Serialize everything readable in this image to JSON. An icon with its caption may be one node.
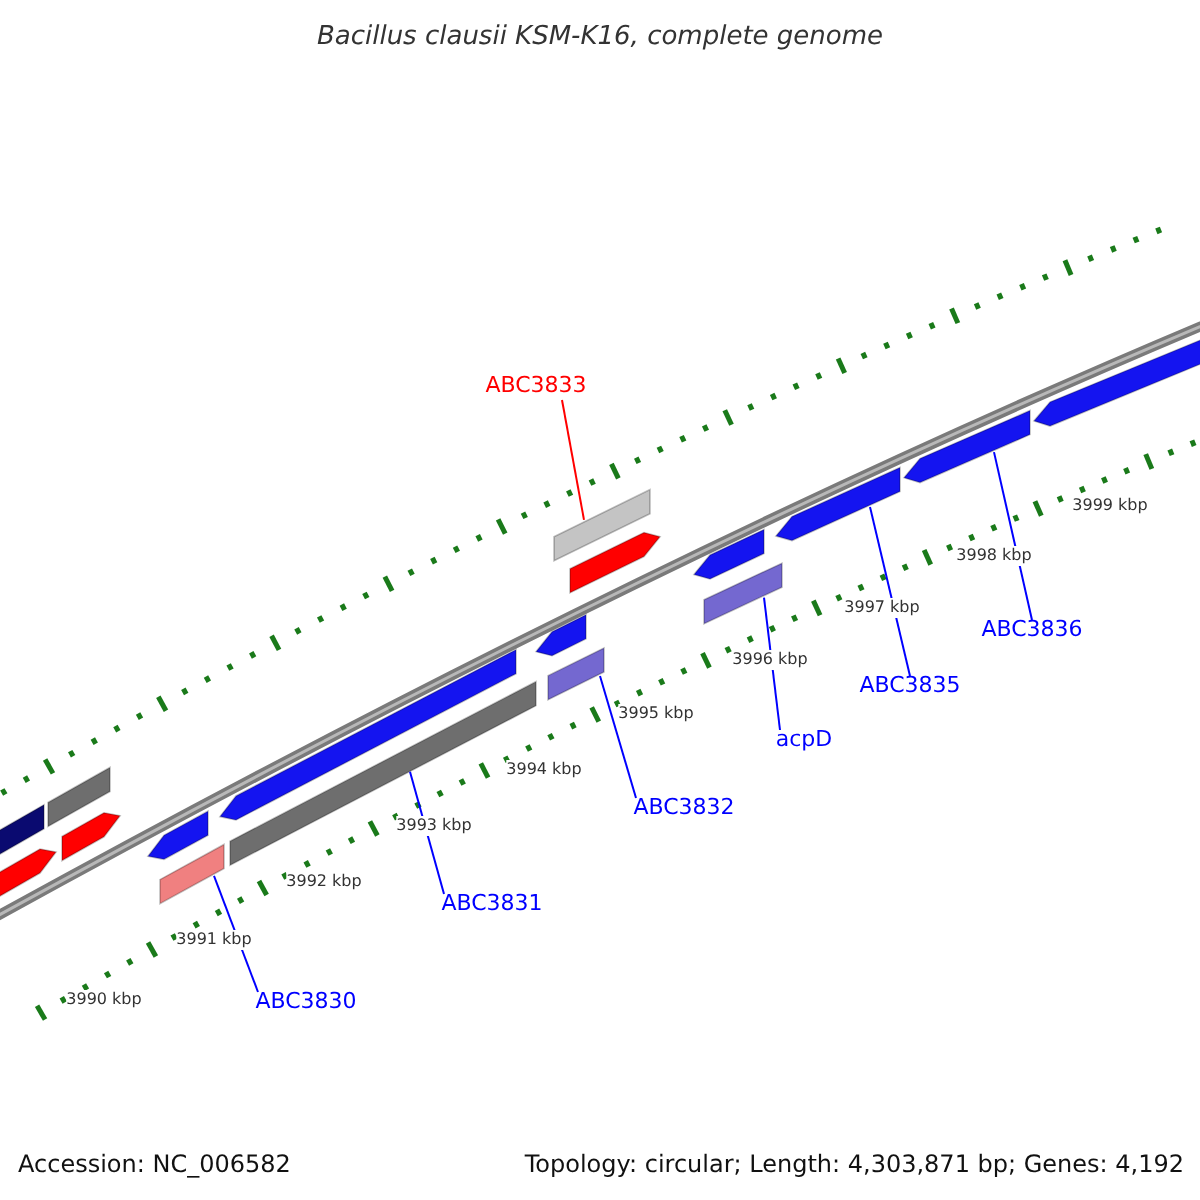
{
  "diagram": {
    "title": "Bacillus clausii KSM-K16, complete genome",
    "nodes": [
      {
        "text": [
          "ABC3833"
        ]
      },
      {
        "text": [
          "ABC3830"
        ]
      },
      {
        "text": [
          "ABC3831"
        ]
      },
      {
        "text": [
          "ABC3832"
        ]
      },
      {
        "text": [
          "acpD"
        ]
      },
      {
        "text": [
          "ABC3835"
        ]
      },
      {
        "text": [
          "ABC3836"
        ]
      },
      {
        "text": [],
        "shape": "bar"
      },
      {
        "text": [],
        "shape": "arrow"
      },
      {
        "text": [],
        "shape": "bar"
      },
      {
        "text": [],
        "shape": "arrow"
      },
      {
        "text": [],
        "shape": "arrow"
      },
      {
        "text": [],
        "shape": "bar"
      },
      {
        "text": [],
        "shape": "arrow"
      },
      {
        "text": [],
        "shape": "bar"
      },
      {
        "text": [],
        "shape": "arrow"
      },
      {
        "text": [],
        "shape": "bar"
      },
      {
        "text": [],
        "shape": "bar"
      },
      {
        "text": [],
        "shape": "arrow"
      },
      {
        "text": [],
        "shape": "arrow"
      },
      {
        "text": [],
        "shape": "bar"
      },
      {
        "text": [],
        "shape": "arrow"
      },
      {
        "text": [],
        "shape": "arrow"
      },
      {
        "text": [],
        "shape": "arrow"
      }
    ],
    "edges": [
      {
        "from": 0,
        "to": 17,
        "arrow": "none",
        "color": "#ff0000"
      },
      {
        "from": 1,
        "to": 12,
        "arrow": "none"
      },
      {
        "from": 2,
        "to": 14,
        "arrow": "none"
      },
      {
        "from": 3,
        "to": 16,
        "arrow": "none"
      },
      {
        "from": 4,
        "to": 20,
        "arrow": "none"
      },
      {
        "from": 5,
        "to": 21,
        "arrow": "none"
      },
      {
        "from": 6,
        "to": 22,
        "arrow": "none"
      }
    ],
    "labels": [
      "3990 kbp",
      "3991 kbp",
      "3992 kbp",
      "3993 kbp",
      "3994 kbp",
      "3995 kbp",
      "3996 kbp",
      "3997 kbp",
      "3998 kbp",
      "3999 kbp",
      "Accession: NC_006582",
      "Topology: circular; Length: 4,303,871 bp; Genes: 4,192"
    ]
  }
}
